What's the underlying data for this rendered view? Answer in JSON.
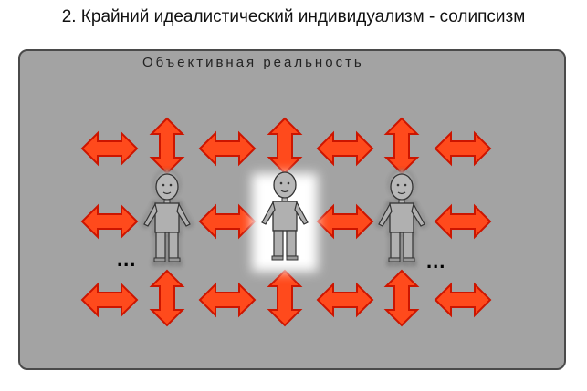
{
  "title": "2. Крайний идеалистический индивидуализм - солипсизм",
  "panel": {
    "label": "Объективная реальность"
  },
  "ellipsis": "...",
  "figures": [
    {
      "role": "other",
      "style": "blurred-halo"
    },
    {
      "role": "self",
      "style": "highlighted"
    },
    {
      "role": "other",
      "style": "blurred-halo"
    }
  ],
  "arrows": [
    {
      "row": 1,
      "kind": "horizontal"
    },
    {
      "row": 1,
      "kind": "vertical"
    },
    {
      "row": 1,
      "kind": "horizontal"
    },
    {
      "row": 1,
      "kind": "vertical"
    },
    {
      "row": 1,
      "kind": "horizontal"
    },
    {
      "row": 1,
      "kind": "vertical"
    },
    {
      "row": 1,
      "kind": "horizontal"
    },
    {
      "row": 2,
      "kind": "horizontal"
    },
    {
      "row": 2,
      "kind": "horizontal"
    },
    {
      "row": 2,
      "kind": "horizontal"
    },
    {
      "row": 2,
      "kind": "horizontal"
    },
    {
      "row": 3,
      "kind": "horizontal"
    },
    {
      "row": 3,
      "kind": "vertical"
    },
    {
      "row": 3,
      "kind": "horizontal"
    },
    {
      "row": 3,
      "kind": "vertical"
    },
    {
      "row": 3,
      "kind": "horizontal"
    },
    {
      "row": 3,
      "kind": "vertical"
    },
    {
      "row": 3,
      "kind": "horizontal"
    }
  ],
  "colors": {
    "panel_fill": "#a3a3a3",
    "panel_border": "#4a4a4a",
    "arrow_fill": "#ff4a1c",
    "arrow_stroke": "#cc1500",
    "figure_fill": "#b0b0b0",
    "highlight": "#ffffff"
  },
  "icons": [
    "double-arrow-horizontal-icon",
    "double-arrow-vertical-icon",
    "person-icon"
  ]
}
